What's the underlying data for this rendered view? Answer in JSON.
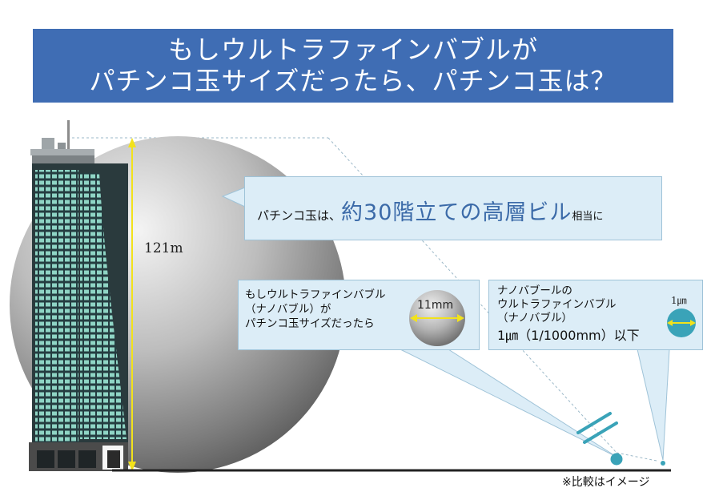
{
  "title": {
    "line1": "もしウルトラファインバブルが",
    "line2": "パチンコ玉サイズだったら、パチンコ玉は？"
  },
  "height_label": "121m",
  "main_callout": {
    "prefix": "パチンコ玉は、",
    "highlight": "約30階立ての高層ビル",
    "suffix": "相当に"
  },
  "bubble_callout": {
    "line1": "もしウルトラファインバブル",
    "line2": "（ナノバブル）が",
    "line3": "パチンコ玉サイズだったら",
    "size_label": "11mm"
  },
  "nano_callout": {
    "line1": "ナノバブールの",
    "line2": "ウルトラファインバブル",
    "line3": "（ナノバブル）",
    "size_text": "1㎛（1/1000mm）以下",
    "size_label": "1㎛"
  },
  "footnote": "※比較はイメージ",
  "colors": {
    "banner": "#3f6db4",
    "highlight_text": "#3b6aa8",
    "callout_fill": "#dcedf7",
    "measure_line": "#f2e21b",
    "ground": "#222222",
    "small_bubble": "#3aa3b8"
  }
}
